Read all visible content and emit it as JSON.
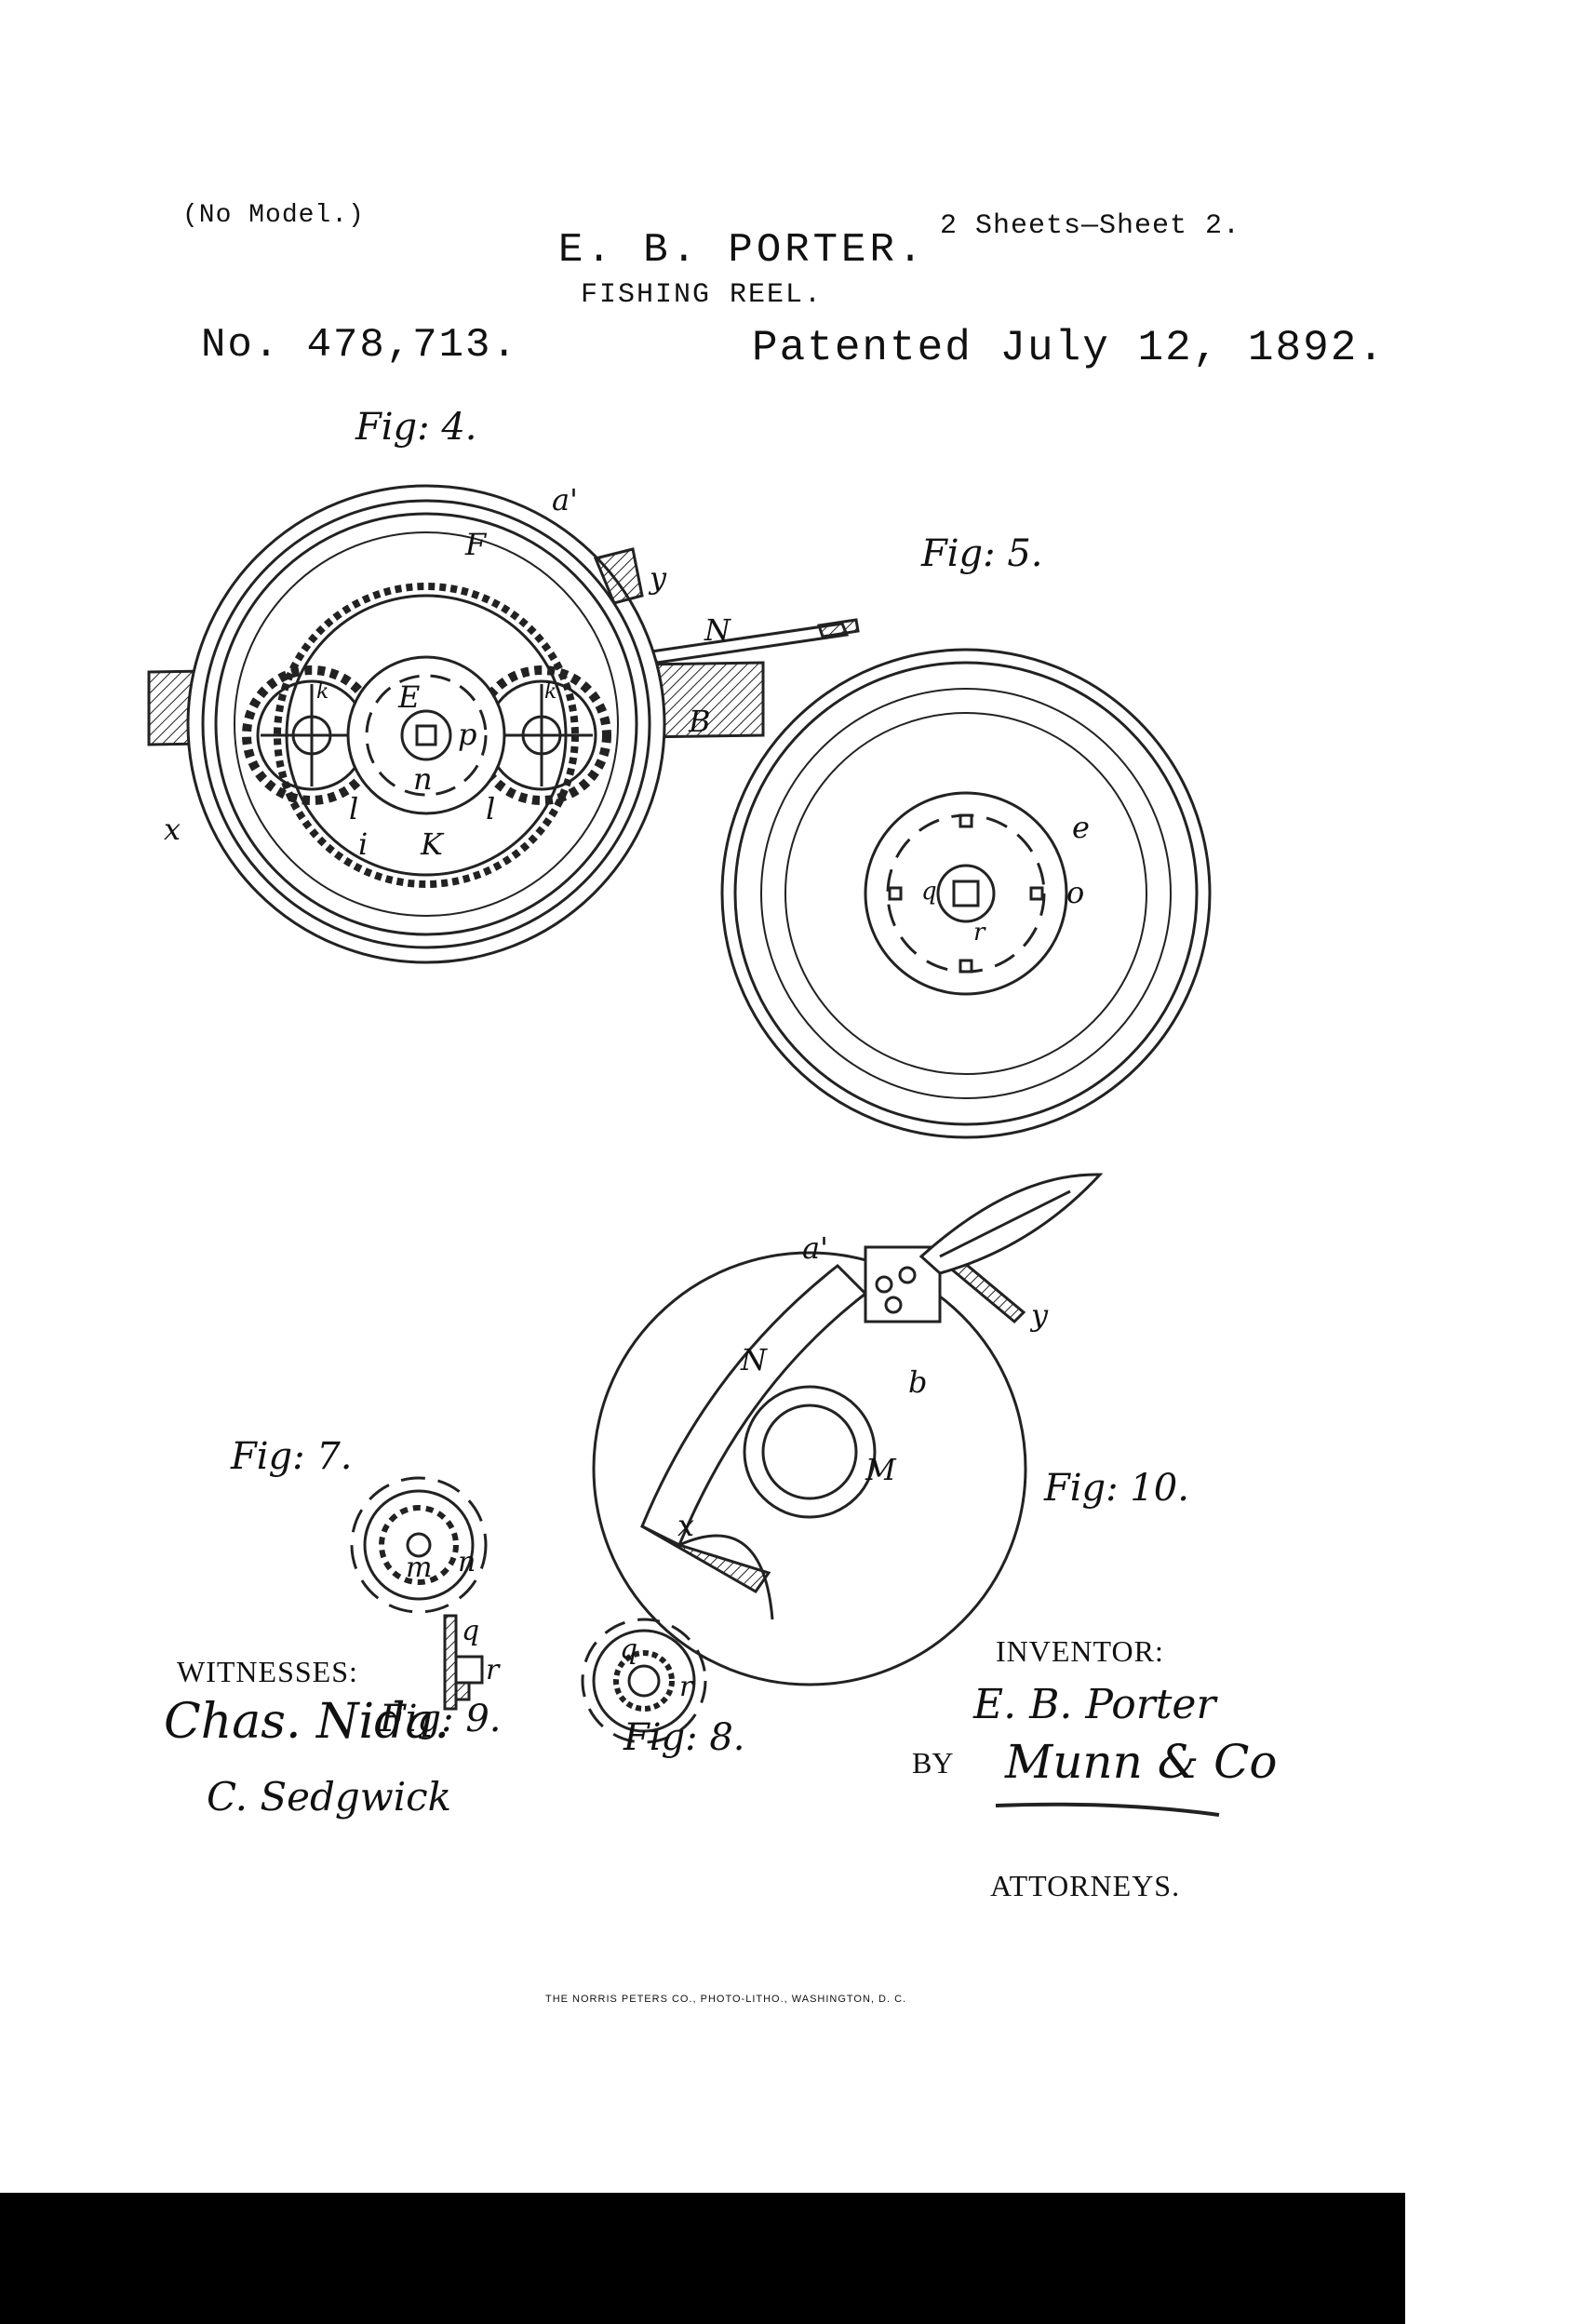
{
  "header": {
    "no_model": "(No Model.)",
    "inventor": "E. B. PORTER.",
    "sheets": "2 Sheets—Sheet 2.",
    "title": "FISHING REEL.",
    "number": "No. 478,713.",
    "date": "Patented July 12, 1892."
  },
  "figures": {
    "fig4": {
      "caption": "Fig: 4.",
      "labels": {
        "a1": "a'",
        "F": "F",
        "y": "y",
        "N": "N",
        "B": "B",
        "E": "E",
        "p": "p",
        "n": "n",
        "K": "K",
        "i": "i",
        "l1": "l",
        "l2": "l",
        "x": "x",
        "k1": "k",
        "k2": "k"
      }
    },
    "fig5": {
      "caption": "Fig: 5.",
      "labels": {
        "e": "e",
        "o": "o",
        "q": "q",
        "r": "r"
      }
    },
    "fig7": {
      "caption": "Fig: 7.",
      "labels": {
        "m": "m",
        "n": "n"
      }
    },
    "fig8": {
      "caption": "Fig: 8.",
      "labels": {
        "q": "q",
        "r": "r"
      }
    },
    "fig9": {
      "caption": "Fig: 9.",
      "labels": {
        "q": "q",
        "r": "r"
      }
    },
    "fig10": {
      "caption": "Fig: 10.",
      "labels": {
        "a1": "a'",
        "y": "y",
        "N": "N",
        "b": "b",
        "M": "M",
        "x": "x"
      }
    }
  },
  "signatures": {
    "witnesses_label": "WITNESSES:",
    "witness_1": "Chas. Nida.",
    "witness_2": "C. Sedgwick",
    "inventor_label": "INVENTOR:",
    "inventor_signature": "E. B. Porter",
    "by_label": "BY",
    "attorney_signature": "Munn & Co",
    "attorneys_label": "ATTORNEYS."
  },
  "footer": {
    "credit": "THE NORRIS PETERS CO., PHOTO-LITHO., WASHINGTON, D. C."
  }
}
